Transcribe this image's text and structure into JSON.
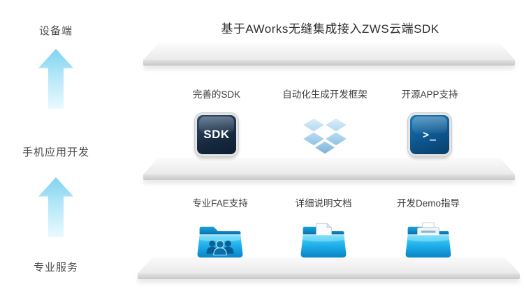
{
  "title": "基于AWorks无缝集成接入ZWS云端SDK",
  "left_column": {
    "labels": [
      "设备端",
      "手机应用开发",
      "专业服务"
    ]
  },
  "shelf_rows": [
    {
      "items": [
        {
          "label": "完善的SDK",
          "icon": "sdk-badge-icon",
          "badge_text": "SDK"
        },
        {
          "label": "自动化生成开发框架",
          "icon": "open-box-icon"
        },
        {
          "label": "开源APP支持",
          "icon": "terminal-icon",
          "badge_text": ">_"
        }
      ]
    },
    {
      "items": [
        {
          "label": "专业FAE支持",
          "icon": "team-folder-icon"
        },
        {
          "label": "详细说明文档",
          "icon": "document-folder-icon"
        },
        {
          "label": "开发Demo指导",
          "icon": "printer-folder-icon"
        }
      ]
    }
  ],
  "colors": {
    "accent_cyan": "#1cabe8",
    "navy_badge": "#16293f",
    "terminal_blue": "#0d538a",
    "folder_cyan_top": "#49d7fb",
    "folder_blue_bottom": "#0b82c4",
    "arrow_blue": "#7fd3f0",
    "shelf_gray": "#e2e2e2",
    "title_text": "#2d2d2d"
  }
}
